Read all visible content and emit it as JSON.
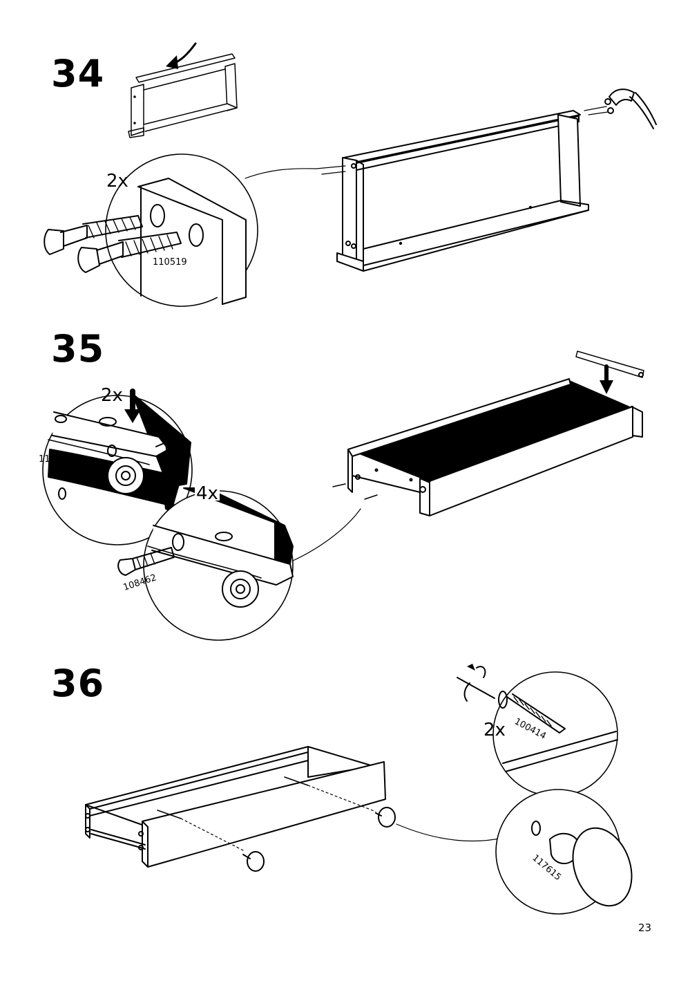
{
  "steps": [
    {
      "number": "34",
      "quantity": "2x",
      "part_number": "110519"
    },
    {
      "number": "35",
      "quantity_top": "2x",
      "quantity_bottom": "4x",
      "part_number": "108462",
      "partial_part_number": "11"
    },
    {
      "number": "36",
      "quantity": "2x",
      "screw_part_number": "100414",
      "knob_part_number": "117615"
    }
  ],
  "page_number": "23",
  "colors": {
    "ink": "#000000",
    "paper": "#ffffff"
  }
}
